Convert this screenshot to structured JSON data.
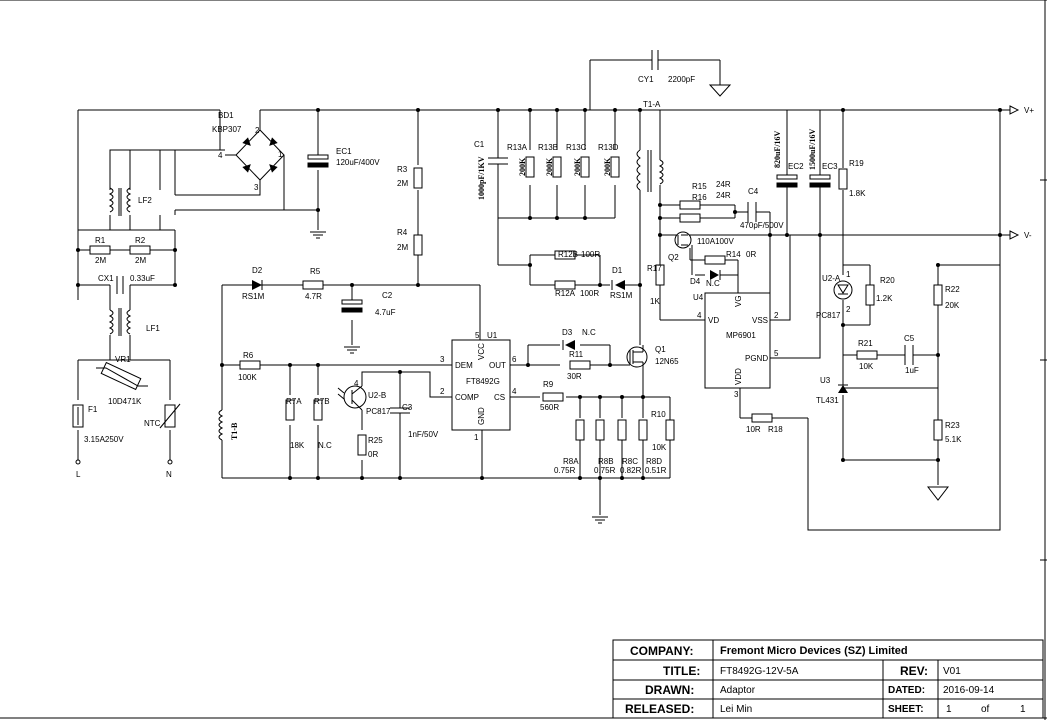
{
  "components": {
    "BD1": {
      "ref": "BD1",
      "part": "KBP307",
      "pins": [
        "4",
        "2",
        "1",
        "3"
      ]
    },
    "EC1": {
      "ref": "EC1",
      "value": "120uF/400V"
    },
    "LF2": {
      "ref": "LF2"
    },
    "R1": {
      "ref": "R1",
      "value": "2M"
    },
    "R2": {
      "ref": "R2",
      "value": "2M"
    },
    "CX1": {
      "ref": "CX1",
      "value": "0.33uF"
    },
    "LF1": {
      "ref": "LF1"
    },
    "VR1": {
      "ref": "VR1",
      "value": "10D471K"
    },
    "F1": {
      "ref": "F1",
      "value": "3.15A250V"
    },
    "NTC": {
      "ref": "NTC"
    },
    "L": {
      "ref": "L"
    },
    "N": {
      "ref": "N"
    },
    "R3": {
      "ref": "R3",
      "value": "2M"
    },
    "R4": {
      "ref": "R4",
      "value": "2M"
    },
    "D2": {
      "ref": "D2",
      "value": "RS1M"
    },
    "R5": {
      "ref": "R5",
      "value": "4.7R"
    },
    "C2": {
      "ref": "C2",
      "value": "4.7uF"
    },
    "R6": {
      "ref": "R6",
      "value": "100K"
    },
    "T1B": {
      "ref": "T1-B"
    },
    "R7A": {
      "ref": "R7A",
      "value": "18K"
    },
    "R7B": {
      "ref": "R7B",
      "value": "N.C"
    },
    "U2B": {
      "ref": "U2-B",
      "value": "PC817",
      "pin": "4"
    },
    "R25": {
      "ref": "R25",
      "value": "0R"
    },
    "C3": {
      "ref": "C3",
      "value": "1nF/50V"
    },
    "U1": {
      "ref": "U1",
      "part": "FT8492G",
      "pins": [
        "DEM",
        "COMP",
        "VCC",
        "OUT",
        "CS",
        "GND"
      ],
      "pin_nums": [
        "3",
        "2",
        "5",
        "6",
        "4",
        "1"
      ]
    },
    "C1": {
      "ref": "C1",
      "value": "1000pF/1KV"
    },
    "R13A": {
      "ref": "R13A",
      "value": "200K"
    },
    "R13B": {
      "ref": "R13B",
      "value": "200K"
    },
    "R13C": {
      "ref": "R13C",
      "value": "200K"
    },
    "R13D": {
      "ref": "R13D",
      "value": "200K"
    },
    "R12B": {
      "ref": "R12B",
      "value": "100R"
    },
    "R12A": {
      "ref": "R12A",
      "value": "100R"
    },
    "D1": {
      "ref": "D1",
      "value": "RS1M"
    },
    "D3": {
      "ref": "D3",
      "value": "N.C"
    },
    "R11": {
      "ref": "R11",
      "value": "30R"
    },
    "Q1": {
      "ref": "Q1",
      "value": "12N65"
    },
    "R9": {
      "ref": "R9",
      "value": "560R"
    },
    "R8A": {
      "ref": "R8A",
      "value": "0.75R"
    },
    "R8B": {
      "ref": "R8B",
      "value": "0.75R"
    },
    "R8C": {
      "ref": "R8C",
      "value": "0.82R"
    },
    "R8D": {
      "ref": "R8D",
      "value": "0.51R"
    },
    "R10": {
      "ref": "R10",
      "value": "10K"
    },
    "CY1": {
      "ref": "CY1",
      "value": "2200pF"
    },
    "T1A": {
      "ref": "T1-A"
    },
    "R15": {
      "ref": "R15",
      "value": "24R"
    },
    "R16": {
      "ref": "R16",
      "value": "24R"
    },
    "C4": {
      "ref": "C4",
      "value": "470pF/500V"
    },
    "EC2": {
      "ref": "EC2",
      "value": "820uF/16V"
    },
    "EC3": {
      "ref": "EC3",
      "value": "1500uF/16V"
    },
    "R19": {
      "ref": "R19",
      "value": "1.8K"
    },
    "Q2": {
      "ref": "Q2",
      "value": "110A100V"
    },
    "D4": {
      "ref": "D4",
      "value": "N.C"
    },
    "R14": {
      "ref": "R14",
      "value": "0R"
    },
    "R17": {
      "ref": "R17",
      "value": "1K"
    },
    "U4": {
      "ref": "U4",
      "part": "MP6901",
      "pins": [
        "VD",
        "VSS",
        "VG",
        "PGND",
        "VDD"
      ],
      "pin_nums": [
        "4",
        "2",
        "5",
        "3"
      ]
    },
    "U2A": {
      "ref": "U2-A",
      "value": "PC817",
      "pins": [
        "1",
        "2"
      ]
    },
    "R20": {
      "ref": "R20",
      "value": "1.2K"
    },
    "R22": {
      "ref": "R22",
      "value": "20K"
    },
    "R21": {
      "ref": "R21",
      "value": "10K"
    },
    "C5": {
      "ref": "C5",
      "value": "1uF"
    },
    "U3": {
      "ref": "U3",
      "value": "TL431"
    },
    "R23": {
      "ref": "R23",
      "value": "5.1K"
    },
    "R18": {
      "ref": "R18",
      "value": "10R"
    },
    "VPLUS": {
      "ref": "V+"
    },
    "VMINUS": {
      "ref": "V-"
    }
  },
  "title_block": {
    "company_label": "COMPANY:",
    "company": "Fremont Micro Devices (SZ) Limited",
    "title_label": "TITLE:",
    "title": "FT8492G-12V-5A",
    "rev_label": "REV:",
    "rev": "V01",
    "drawn_label": "DRAWN:",
    "drawn": "Adaptor",
    "dated_label": "DATED:",
    "dated": "2016-09-14",
    "released_label": "RELEASED:",
    "released": "Lei Min",
    "sheet_label": "SHEET:",
    "sheet": "1",
    "of_label": "of",
    "sheet_total": "1"
  }
}
